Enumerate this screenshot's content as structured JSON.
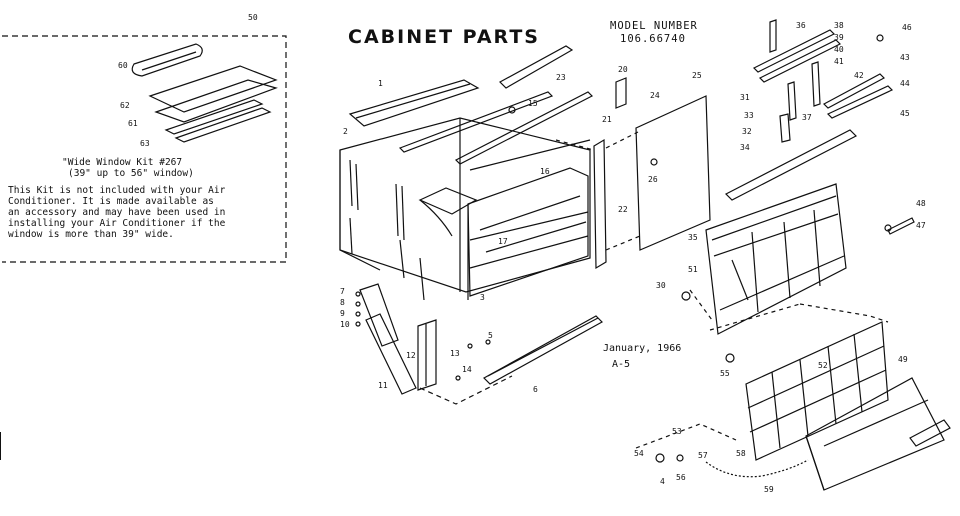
{
  "header": {
    "title": "CABINET PARTS",
    "model_label": "MODEL NUMBER",
    "model_number": "106.66740"
  },
  "footer": {
    "date": "January, 1966",
    "page": "A-5"
  },
  "kit": {
    "title_line1": "\"Wide Window Kit #267",
    "title_line2": "(39\" up to 56\" window)",
    "desc_line1": "This Kit is not included with your Air",
    "desc_line2": "Conditioner.  It is made available as",
    "desc_line3": "an accessory and may have been used in",
    "desc_line4": "installing your Air Conditioner if the",
    "desc_line5": "window is more than 39\" wide."
  },
  "part_numbers": [
    "1",
    "2",
    "3",
    "4",
    "5",
    "6",
    "7",
    "8",
    "9",
    "10",
    "11",
    "12",
    "13",
    "14",
    "15",
    "16",
    "17",
    "20",
    "21",
    "22",
    "23",
    "24",
    "25",
    "26",
    "30",
    "31",
    "32",
    "33",
    "34",
    "35",
    "36",
    "37",
    "38",
    "39",
    "40",
    "41",
    "42",
    "43",
    "44",
    "45",
    "46",
    "47",
    "48",
    "49",
    "50",
    "51",
    "52",
    "53",
    "54",
    "55",
    "56",
    "57",
    "58",
    "59",
    "60",
    "61",
    "62",
    "63"
  ],
  "colors": {
    "ink": "#111111",
    "paper": "#ffffff"
  }
}
